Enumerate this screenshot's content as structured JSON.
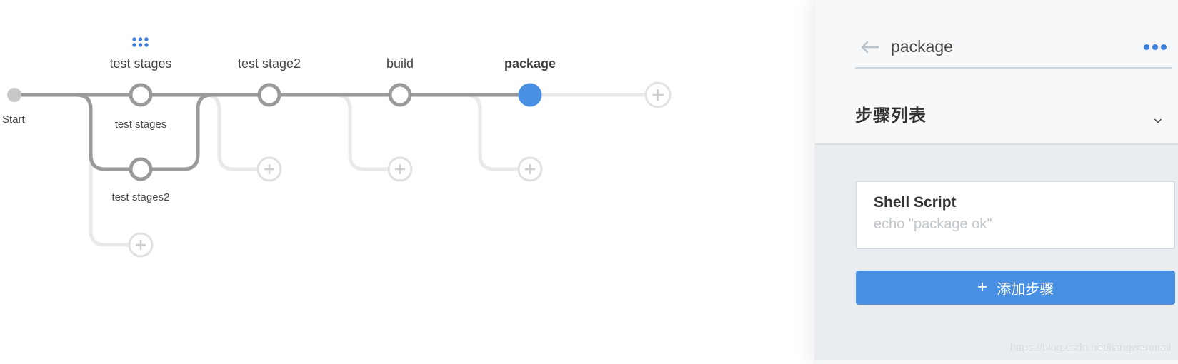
{
  "graph": {
    "start_label": "Start",
    "stages": [
      {
        "label": "test stages"
      },
      {
        "label": "test stage2"
      },
      {
        "label": "build"
      },
      {
        "label": "package",
        "selected": true
      }
    ],
    "parallel_branches": [
      {
        "label": "test stages"
      },
      {
        "label": "test stages2"
      }
    ],
    "selected_stage": "package"
  },
  "panel": {
    "title": "package",
    "section_title": "步骤列表",
    "step_cards": [
      {
        "name": "Shell Script",
        "detail": "echo \"package ok\""
      }
    ],
    "add_step_plus": "+",
    "add_step_button": "添加步骤",
    "watermark": "https://blog.csdn.net/liangwenmail"
  },
  "colors": {
    "accent_blue": "#4a90e2",
    "drag_dots_blue": "#3c7dd9",
    "graph_gray": "#9a9a9a",
    "graph_light": "#e9e9e9",
    "panel_section_bg": "#e9edf1"
  }
}
